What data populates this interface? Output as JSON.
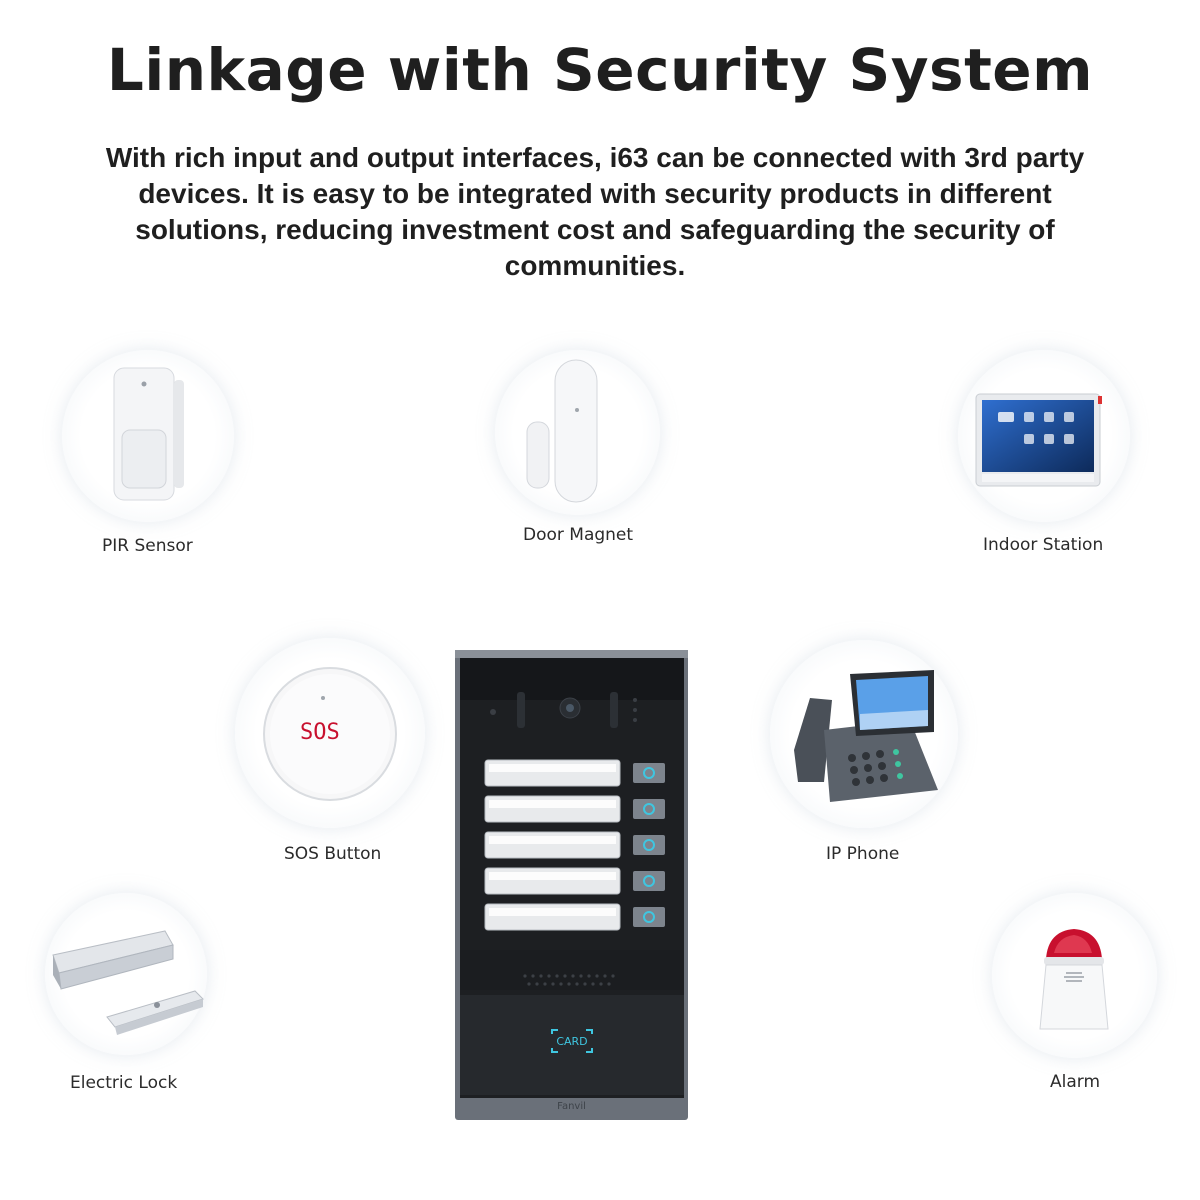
{
  "header": {
    "title": "Linkage with Security System",
    "description": "With rich input and output interfaces, i63 can be connected with 3rd party devices. It is easy to be integrated with security products in different solutions, reducing investment cost and safeguarding the security of communities."
  },
  "devices": [
    {
      "label": "PIR Sensor"
    },
    {
      "label": "Door Magnet"
    },
    {
      "label": "Indoor Station"
    },
    {
      "label": "SOS Button",
      "badge": "SOS"
    },
    {
      "label": "IP Phone"
    },
    {
      "label": "Electric Lock"
    },
    {
      "label": "Alarm"
    }
  ],
  "intercom": {
    "card_label": "CARD",
    "brand": "Fanvil",
    "name_buttons": 5
  },
  "colors": {
    "accent_cyan": "#3fc6e0",
    "panel_dark": "#1d1f22",
    "frame_gray": "#6a7079",
    "alarm_red": "#c8102e"
  }
}
